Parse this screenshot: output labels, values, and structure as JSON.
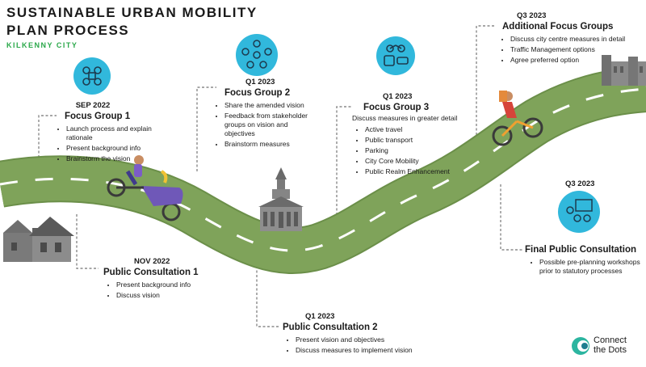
{
  "header": {
    "title_line1": "SUSTAINABLE URBAN MOBILITY",
    "title_line2": "PLAN PROCESS",
    "subtitle": "KILKENNY CITY"
  },
  "stages": {
    "focus_group_1": {
      "date": "SEP 2022",
      "heading": "Focus Group 1",
      "items": [
        "Launch process and explain rationale",
        "Present background info",
        "Brainstorm the vision"
      ]
    },
    "public_consultation_1": {
      "date": "NOV 2022",
      "heading": "Public Consultation 1",
      "items": [
        "Present background info",
        "Discuss vision"
      ]
    },
    "focus_group_2": {
      "date": "Q1 2023",
      "heading": "Focus Group 2",
      "items": [
        "Share the amended vision",
        "Feedback from stakeholder groups on vision and objectives",
        "Brainstorm measures"
      ]
    },
    "public_consultation_2": {
      "date": "Q1 2023",
      "heading": "Public Consultation 2",
      "items": [
        "Present vision and objectives",
        "Discuss measures to implement vision"
      ]
    },
    "focus_group_3": {
      "date": "Q1 2023",
      "heading": "Focus Group 3",
      "intro": "Discuss measures in greater detail",
      "items": [
        "Active travel",
        "Public transport",
        "Parking",
        "City Core Mobility",
        "Public Realm Enhancement"
      ]
    },
    "additional_focus_groups": {
      "date": "Q3 2023",
      "heading": "Additional Focus Groups",
      "items": [
        "Discuss city centre measures in detail",
        "Traffic Management options",
        "Agree preferred option"
      ]
    },
    "final_public_consultation": {
      "date": "Q3 2023",
      "heading": "Final Public Consultation",
      "items": [
        "Possible pre-planning workshops prior to statutory processes"
      ]
    }
  },
  "brand": {
    "line1": "Connect",
    "line2": "the Dots"
  },
  "icons": [
    "group-discussion-icon",
    "people-network-icon",
    "transport-modes-icon",
    "presentation-board-icon",
    "cyclist-icon",
    "cargo-bike-icon",
    "town-hall-icon",
    "castle-icon",
    "cottage-icon",
    "connect-the-dots-logo-icon"
  ],
  "colors": {
    "road": "#7fa35a",
    "road_edge": "#6b8f49",
    "icon_circle": "#31b8dc",
    "accent_green": "#2aa84a",
    "connector": "#8a8a8a"
  }
}
